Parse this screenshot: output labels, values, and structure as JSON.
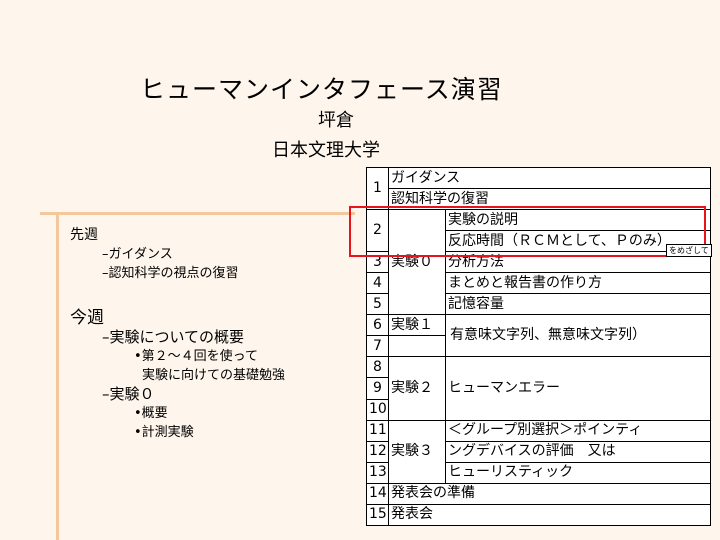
{
  "slide": {
    "title": "ヒューマンインタフェース演習",
    "author": "坪倉",
    "university": "日本文理大学"
  },
  "notes": {
    "last_week": {
      "heading": "先週",
      "items": [
        "–ガイダンス",
        "–認知科学の視点の復習"
      ]
    },
    "this_week": {
      "heading": "今週",
      "items": [
        {
          "text": "–実験についての概要",
          "sub": [
            "•第２～４回を使って",
            "実験に向けての基礎勉強"
          ]
        },
        {
          "text": "–実験０",
          "sub": [
            "•概要",
            "•計測実験"
          ]
        }
      ]
    }
  },
  "schedule": {
    "numbers": [
      "1",
      "2",
      "3",
      "4",
      "5",
      "6",
      "7",
      "8",
      "9",
      "10",
      "11",
      "12",
      "13",
      "14",
      "15"
    ],
    "r1": "ガイダンス",
    "r1b": "認知科学の復習",
    "exp0": "実験０",
    "exp0_items": [
      "実験の説明",
      "反応時間（ＲＣＭとして、Ｐのみ）",
      "分析方法",
      "まとめと報告書の作り方"
    ],
    "exp1": "実験１",
    "exp1_detail": [
      "記憶容量",
      "有意味文字列、無意味文字列）"
    ],
    "exp2": "実験２",
    "exp2_detail": "ヒューマンエラー",
    "exp3": "実験３",
    "exp3_detail": [
      "＜グループ別選択＞ポインティ",
      "ングデバイスの評価　又は",
      "ヒューリスティック"
    ],
    "r14": "発表会の準備",
    "r15": "発表会"
  },
  "annotation": {
    "callout": "をめざして",
    "color": "#e8141c"
  }
}
